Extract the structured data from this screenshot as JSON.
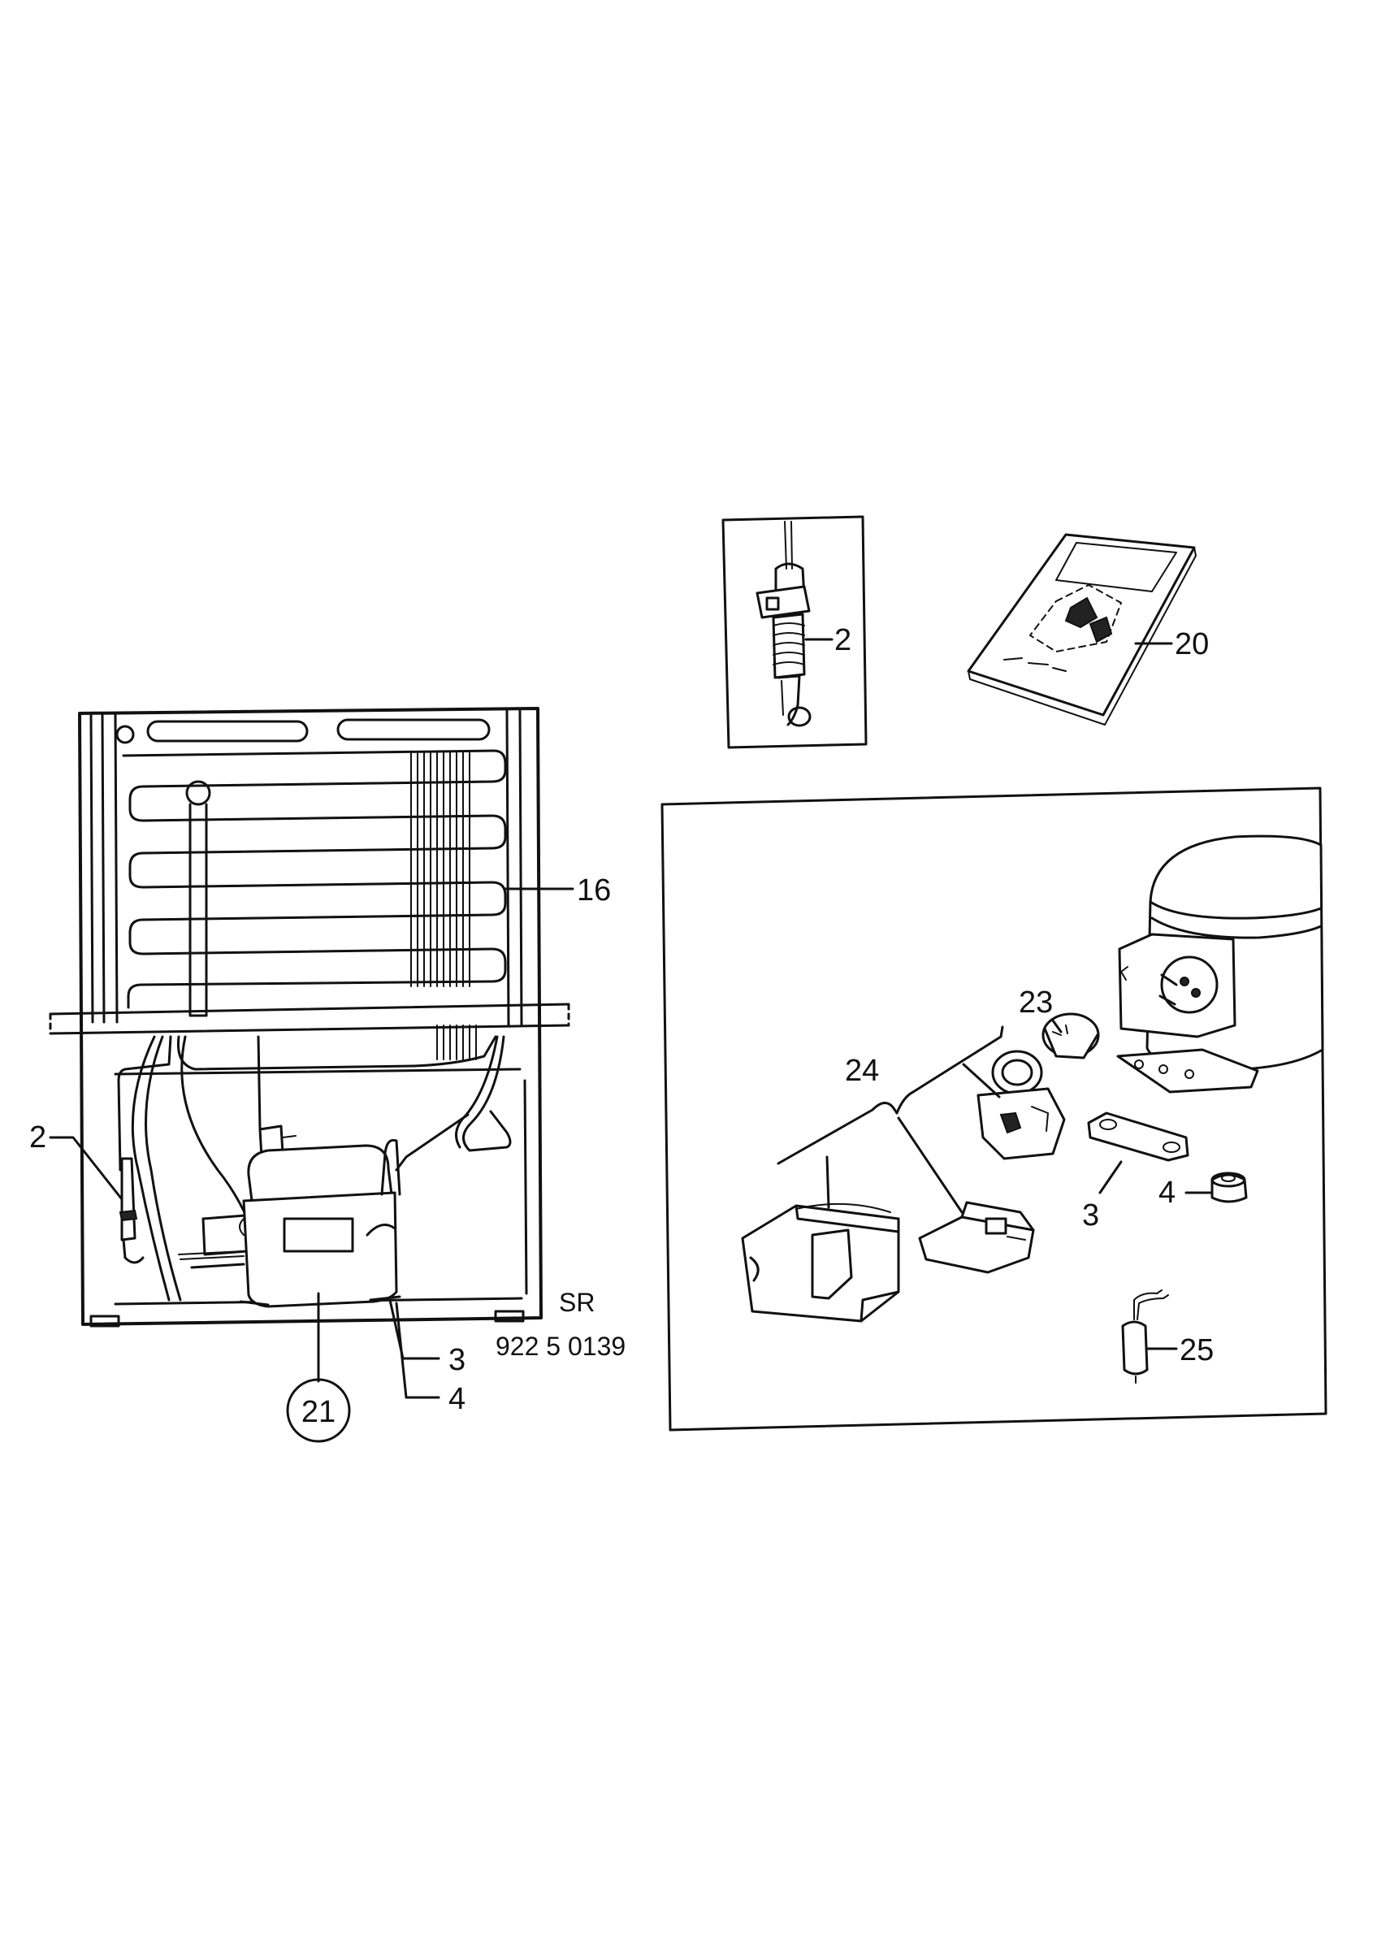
{
  "callouts": {
    "thermostat_detail": "2",
    "manual": "20",
    "condenser": "16",
    "thermostat_main": "2",
    "compressor": "21",
    "fixing_main_3": "3",
    "fixing_main_4": "4",
    "model_code": "SR",
    "model_number": "922 5 0139",
    "relay": "23",
    "cover_set": "24",
    "clamp": "3",
    "grommet": "4",
    "capacitor": "25"
  }
}
